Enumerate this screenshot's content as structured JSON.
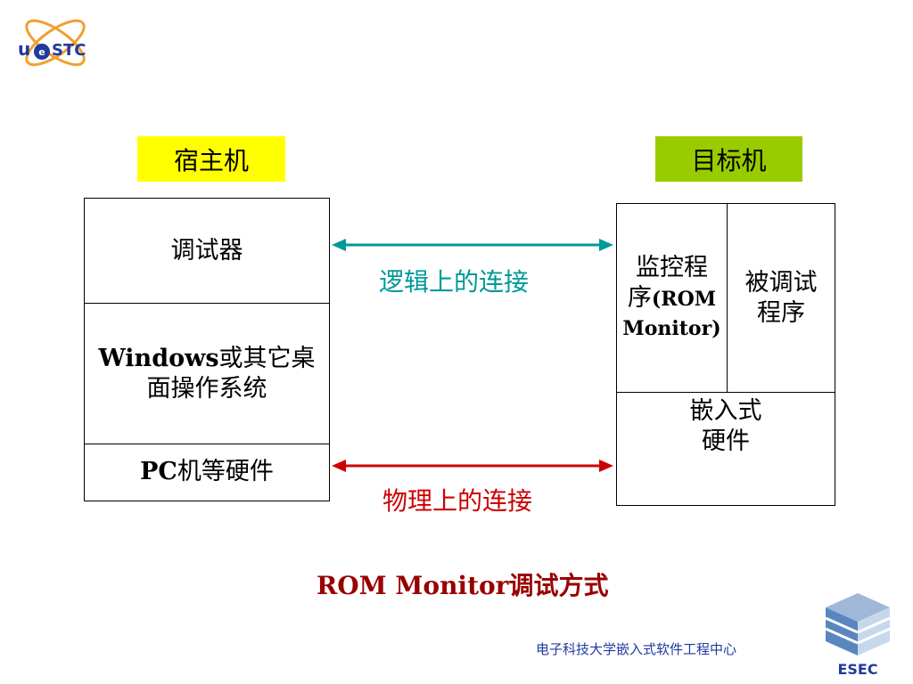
{
  "header": {
    "logo_text": "UeSTC"
  },
  "host": {
    "label": "宿主机",
    "color": "#ffff00",
    "layers": {
      "debugger": "调试器",
      "os_en": "Windows",
      "os_zh_line1": "或其它桌",
      "os_zh_line2": "面操作系统",
      "hw_en": "PC",
      "hw_zh": "机等硬件"
    }
  },
  "target": {
    "label": "目标机",
    "color": "#99cc00",
    "monitor": {
      "line1": "监控程",
      "line2_zh": "序",
      "line2_en": "(ROM",
      "line3": "Monitor)"
    },
    "program": {
      "line1": "被调试",
      "line2": "程序"
    },
    "hardware": {
      "line1": "嵌入式",
      "line2": "硬件"
    }
  },
  "connections": {
    "logical": {
      "label": "逻辑上的连接",
      "color": "#009999"
    },
    "physical": {
      "label": "物理上的连接",
      "color": "#cc0000"
    }
  },
  "caption": {
    "en": "ROM Monitor",
    "zh": "调试方式"
  },
  "footer": {
    "text": "电子科技大学嵌入式软件工程中心",
    "logo_text": "ESEC"
  }
}
